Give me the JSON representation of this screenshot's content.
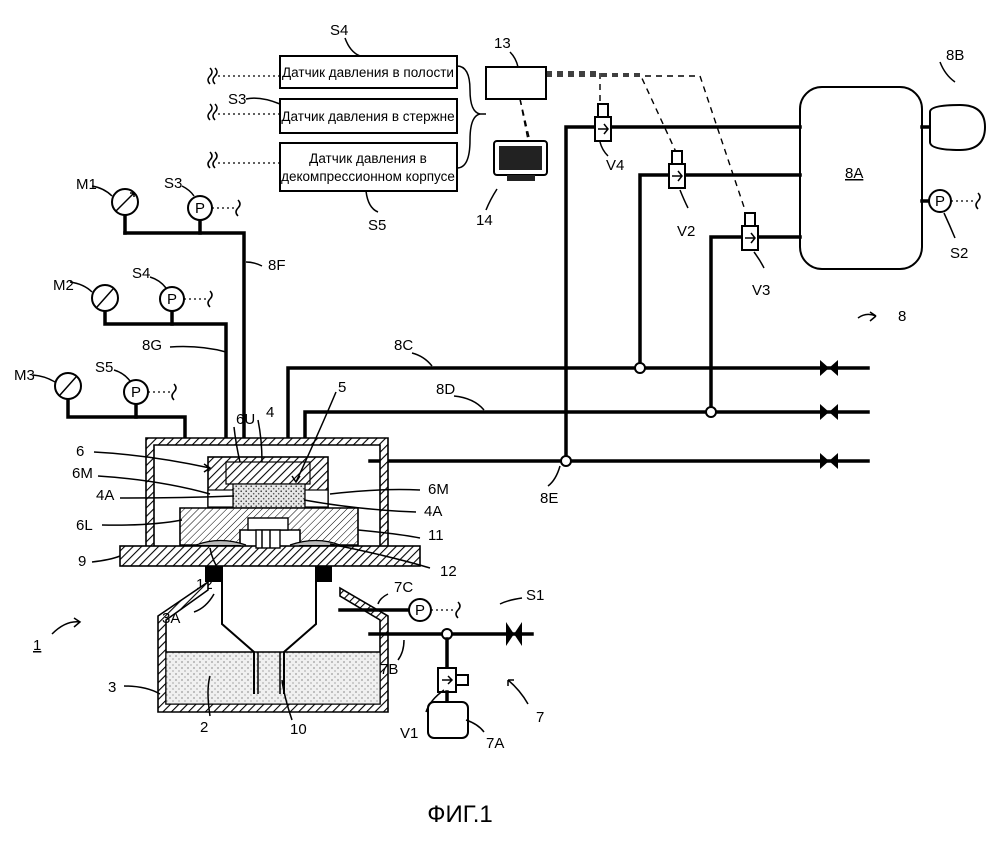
{
  "caption": "ФИГ.1",
  "sensor_boxes": [
    {
      "id": "S4",
      "lines": [
        "Датчик давления в полости"
      ]
    },
    {
      "id": "S3",
      "lines": [
        "Датчик давления в стержне"
      ]
    },
    {
      "id": "S5",
      "lines": [
        "Датчик давления в",
        "декомпрессионном корпусе"
      ]
    }
  ],
  "gauge_symbol": "P",
  "labels": {
    "S4_top": "S4",
    "S3_box": "S3",
    "S5_box": "S5",
    "n13": "13",
    "n14": "14",
    "V4": "V4",
    "V2": "V2",
    "V3": "V3",
    "V1": "V1",
    "n8A": "8A",
    "n8B": "8B",
    "S2": "S2",
    "n8": "8",
    "M1": "M1",
    "S3_gauge": "S3",
    "M2": "M2",
    "S4_gauge": "S4",
    "M3": "M3",
    "S5_gauge": "S5",
    "n8F": "8F",
    "n8G": "8G",
    "n8C": "8C",
    "n8D": "8D",
    "n8E": "8E",
    "n6U": "6U",
    "n4": "4",
    "n5": "5",
    "n6": "6",
    "n6M_left": "6M",
    "n6M_right": "6M",
    "n4A_left": "4A",
    "n4A_right": "4A",
    "n6L": "6L",
    "n11": "11",
    "n9": "9",
    "n12_left": "12",
    "n12_right": "12",
    "n7C": "7C",
    "S1": "S1",
    "n3A": "3A",
    "n7B": "7B",
    "n1": "1",
    "n3": "3",
    "n2": "2",
    "n10": "10",
    "n7": "7",
    "n7A": "7A"
  }
}
